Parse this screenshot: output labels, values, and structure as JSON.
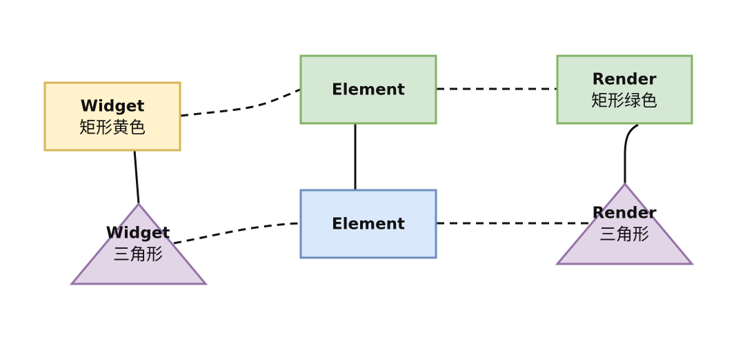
{
  "colors": {
    "yellow_fill": "#fff2cc",
    "yellow_stroke": "#d6b656",
    "green_fill": "#d5e8d4",
    "green_stroke": "#82b366",
    "blue_fill": "#dae8fc",
    "blue_stroke": "#6c8ebf",
    "purple_fill": "#e1d5e7",
    "purple_stroke": "#9673a6",
    "edge": "#111111"
  },
  "nodes": {
    "widget_rect": {
      "line1": "Widget",
      "line2": "矩形黄色"
    },
    "element_green": {
      "line1": "Element"
    },
    "render_rect": {
      "line1": "Render",
      "line2": "矩形绿色"
    },
    "widget_triangle": {
      "line1": "Widget",
      "line2": "三角形"
    },
    "element_blue": {
      "line1": "Element"
    },
    "render_triangle": {
      "line1": "Render",
      "line2": "三角形"
    }
  }
}
